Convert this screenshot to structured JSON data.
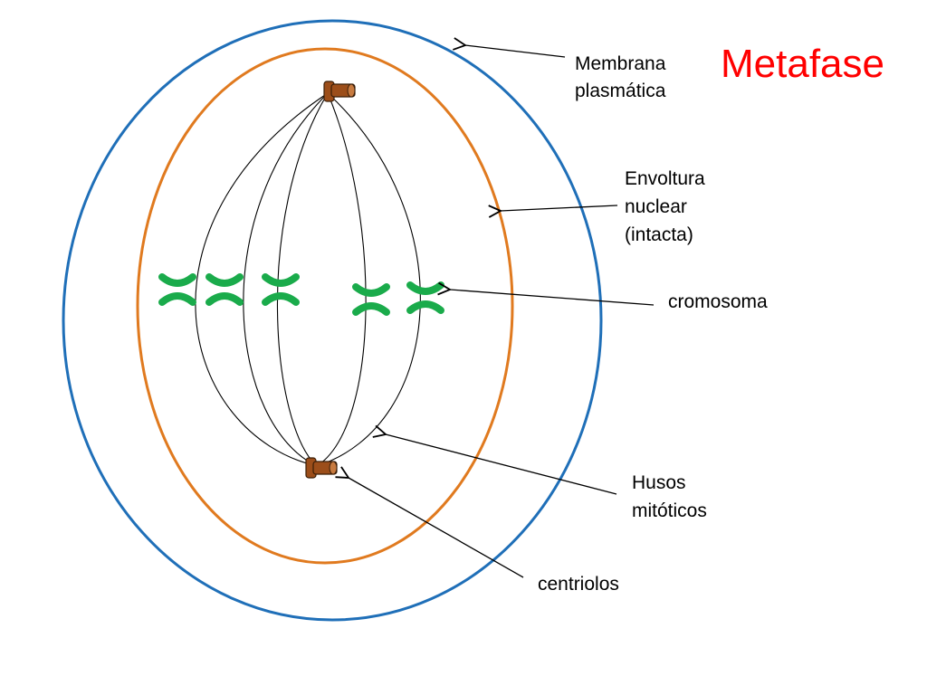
{
  "title": "Metafase",
  "colors": {
    "title": "#ff0000",
    "membrane": "#1f6fb8",
    "nuclear_envelope": "#e07a1f",
    "chromosome": "#1aab4b",
    "centriole": "#8b4513",
    "spindle": "#000000"
  },
  "labels": {
    "membrana": [
      "Membrana",
      "plasmática"
    ],
    "envoltura": [
      "Envoltura",
      "nuclear",
      "(intacta)"
    ],
    "cromosoma": [
      "cromosoma"
    ],
    "husos": [
      "Husos",
      "mitóticos"
    ],
    "centriolos": [
      "centriolos"
    ]
  },
  "chromosome_count": 5,
  "centriole_count": 2
}
